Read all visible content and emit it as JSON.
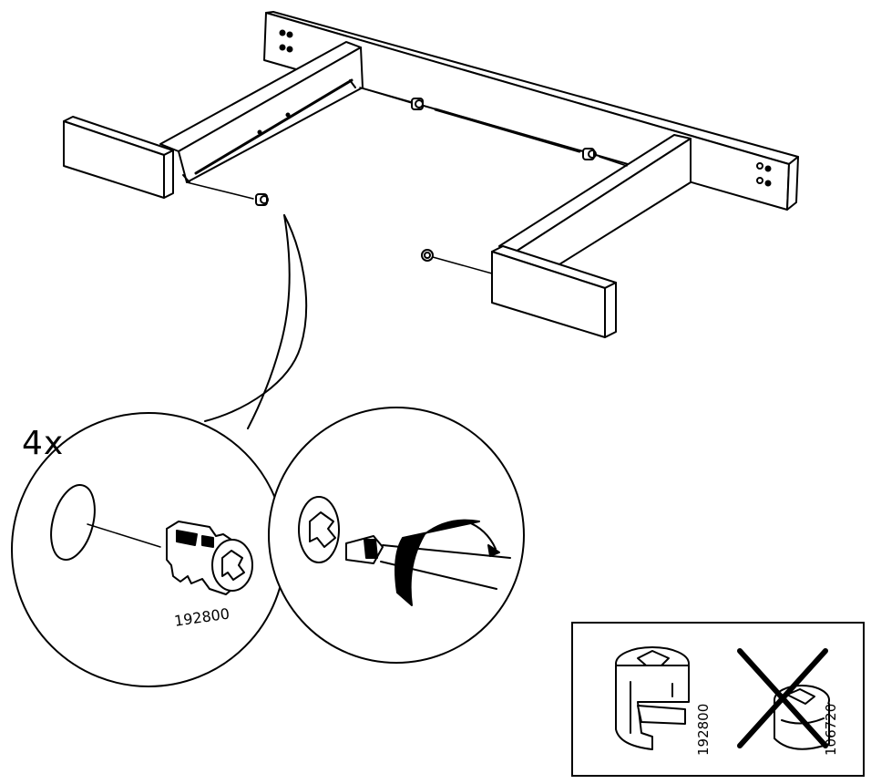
{
  "instruction": {
    "quantity_label": "4x",
    "part_number": "192800"
  },
  "comparison": {
    "correct_part_number": "192800",
    "wrong_part_number": "106720"
  },
  "colors": {
    "ink": "#000000",
    "paper": "#ffffff"
  },
  "icons": {
    "rotate_direction": "clockwise-arrow-icon",
    "reject_mark": "cross-icon"
  }
}
